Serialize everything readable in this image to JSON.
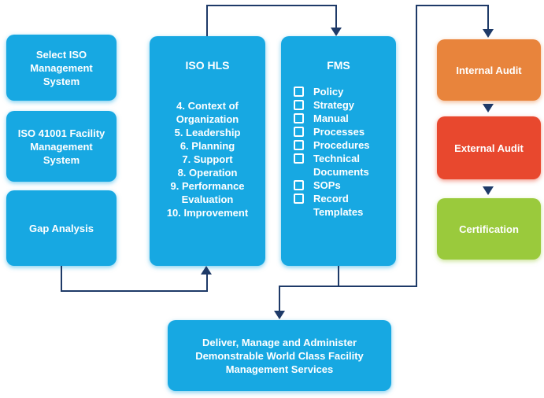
{
  "colors": {
    "box_blue": "#17A8E2",
    "internal_audit_orange": "#E8843C",
    "external_audit_red": "#E8482E",
    "certification_green": "#9ACA3C",
    "connector_navy": "#1E3A68",
    "text_white": "#FFFFFF",
    "background_white": "#FFFFFF"
  },
  "left_column": {
    "select_iso": "Select ISO Management System",
    "iso_41001": "ISO 41001 Facility Management System",
    "gap_analysis": "Gap Analysis"
  },
  "iso_hls": {
    "title": "ISO HLS",
    "items": [
      "4. Context of Organization",
      "5. Leadership",
      "6. Planning",
      "7. Support",
      "8. Operation",
      "9. Performance Evaluation",
      "10. Improvement"
    ]
  },
  "fms": {
    "title": "FMS",
    "bullet_icon": "checkbox-outline-icon",
    "items": [
      "Policy",
      "Strategy",
      "Manual",
      "Processes",
      "Procedures",
      "Technical Documents",
      "SOPs",
      "Record Templates"
    ]
  },
  "audit_column": {
    "internal_audit": "Internal Audit",
    "external_audit": "External Audit",
    "certification": "Certification"
  },
  "outcome": {
    "label": "Deliver, Manage and Administer Demonstrable World Class Facility Management Services"
  }
}
